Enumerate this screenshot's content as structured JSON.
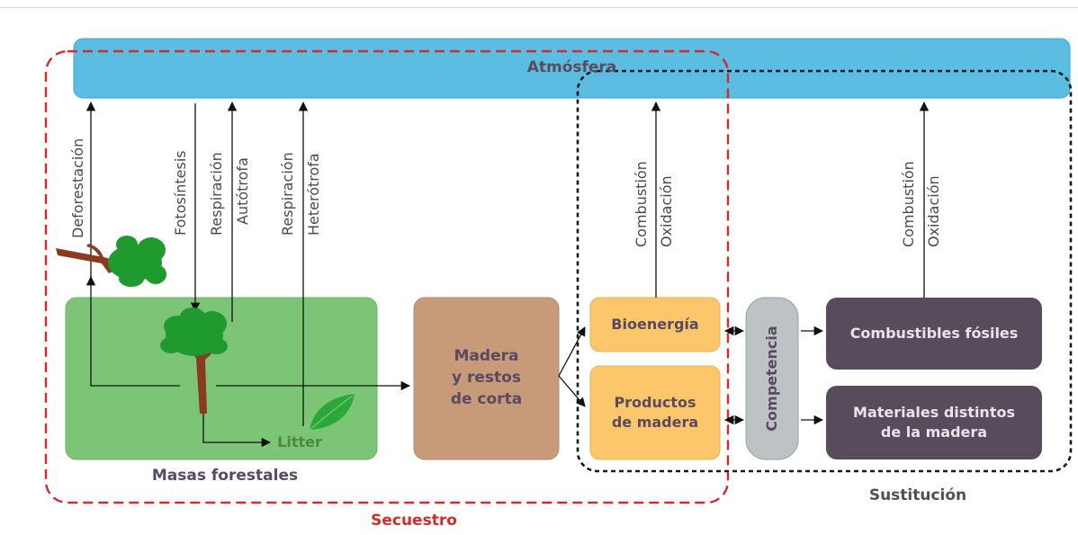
{
  "atmosphere": "Atmósfera",
  "forest_label": "Masas forestales",
  "litter": "Litter",
  "wood": "Madera\ny restos\nde corta",
  "bioenergy": "Bioenergía",
  "wood_products": "Productos\nde madera",
  "competition": "Competencia",
  "fossil_fuels": "Combustibles fósiles",
  "non_wood_materials": "Materiales distintos\nde la madera",
  "sequestration": "Secuestro",
  "substitution": "Sustitución",
  "flows": {
    "deforestation": "Deforestación",
    "photosynthesis": "Fotosíntesis",
    "respiration_1": "Respiración",
    "autotrophic": "Autótrofa",
    "respiration_2": "Respiración",
    "heterotrophic": "Heterótrofa",
    "combustion_1": "Combustión",
    "oxidation_1": "Oxidación",
    "combustion_2": "Combustión",
    "oxidation_2": "Oxidación"
  },
  "colors": {
    "atmosphere": "#5bbde2",
    "forest": "#7cc576",
    "wood": "#c79a79",
    "energy_products": "#fcc66b",
    "competition": "#bdc2c5",
    "substitutes": "#574b5c",
    "sequestration_border": "#d42a2a",
    "substitution_border": "#1a1a1a",
    "text_dark": "#5a4a60"
  }
}
